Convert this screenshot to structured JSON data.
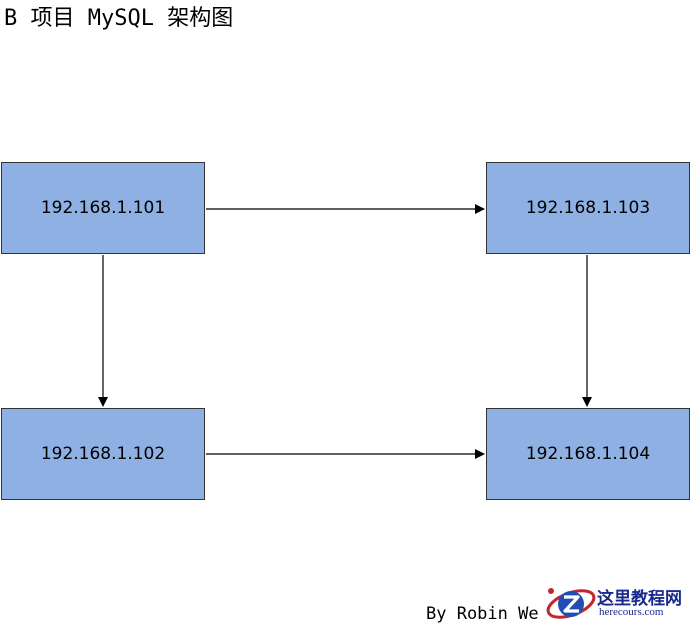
{
  "title": "B 项目 MySQL 架构图",
  "nodes": {
    "n101": "192.168.1.101",
    "n102": "192.168.1.102",
    "n103": "192.168.1.103",
    "n104": "192.168.1.104"
  },
  "edges": [
    {
      "from": "192.168.1.101",
      "to": "192.168.1.103"
    },
    {
      "from": "192.168.1.101",
      "to": "192.168.1.102"
    },
    {
      "from": "192.168.1.103",
      "to": "192.168.1.104"
    },
    {
      "from": "192.168.1.102",
      "to": "192.168.1.104"
    }
  ],
  "author": "By Robin We",
  "watermark": {
    "name_cn": "这里教程网",
    "domain": "herecours.com"
  },
  "colors": {
    "node_fill": "#8eb0e2",
    "node_border": "#333333",
    "edge": "#000000"
  }
}
